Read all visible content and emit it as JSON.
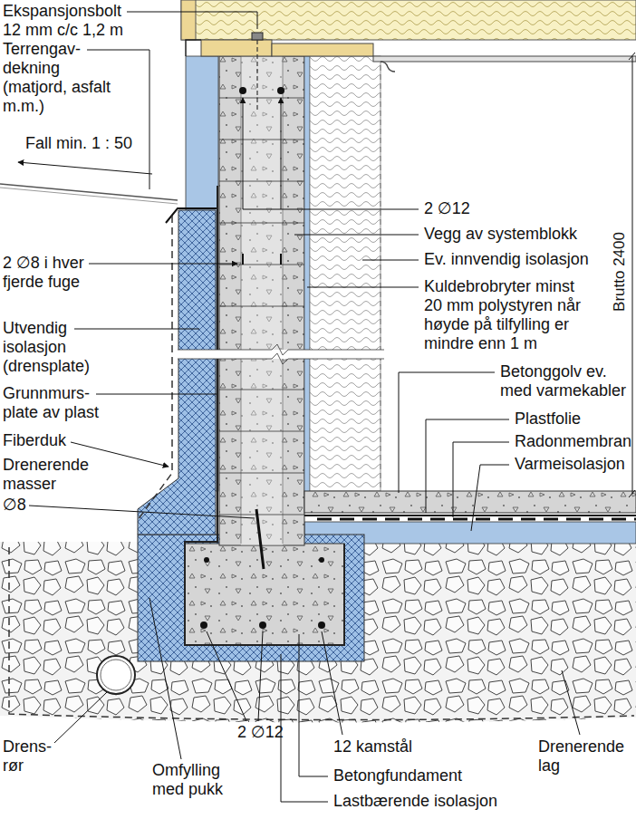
{
  "diagram": {
    "labels": [
      "Ekspansjonsbolt 12 mm c/c 1,2 m",
      "Terrengav- dekning (matjord, asfalt m.m.)",
      "Fall min. 1 : 50",
      "2 ∅12",
      "Vegg av systemblokk",
      "Ev. innvendig isolasjon",
      "2 ∅8 i hver fjerde fuge",
      "Kuldebrobryter minst 20 mm polystyren når høyde på tilfylling er mindre enn 1 m",
      "Utvendig isolasjon (drensplate)",
      "Betonggolv ev. med varmekabler",
      "Brutto 2400",
      "Grunnmurs- plate av plast",
      "Plastfolie",
      "Radonmembran",
      "Fiberduk",
      "Varmeisolasjon",
      "Drenerende masser",
      "∅8",
      "Drens- rør",
      "2 ∅12",
      "12 kamstål",
      "Drenerende lag",
      "Omfylling med pukk",
      "Betongfundament",
      "Lastbærende isolasjon"
    ]
  }
}
